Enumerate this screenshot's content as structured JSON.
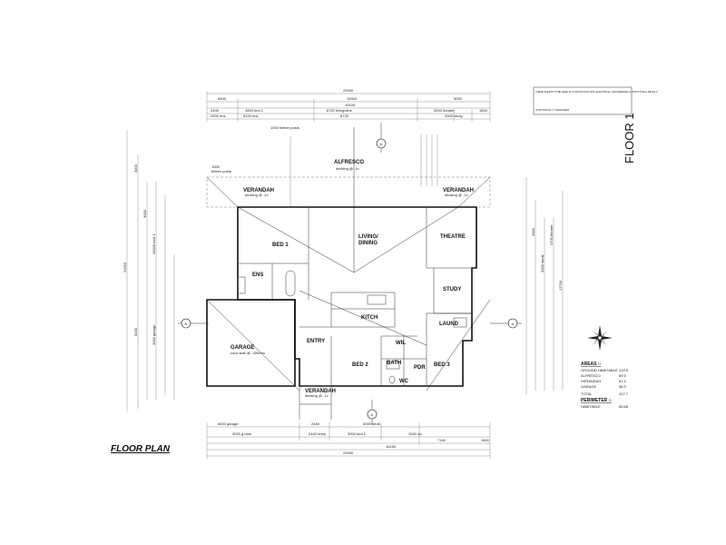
{
  "drawing": {
    "title": "FLOOR PLAN",
    "floor_label": "FLOOR 1",
    "copyright": "COPYRIGHT © DESIGNER",
    "notes": "THESE SHEETS TO BE READ IN CONJUNCTION WITH ELECTRICAL, ENGINEERING & STRUCTURAL DETAILS"
  },
  "rooms": {
    "alfresco": "ALFRESCO",
    "alfresco_sub": "decking @ -1c",
    "verandah_left": "VERANDAH",
    "verandah_left_sub": "decking @ -1c",
    "verandah_right": "VERANDAH",
    "verandah_right_sub": "decking @ -1c",
    "verandah_front": "VERANDAH",
    "verandah_front_sub": "decking @ -1c",
    "bed1": "BED 1",
    "ens": "ENS",
    "living": "LIVING/\nDINING",
    "theatre": "THEATRE",
    "study": "STUDY",
    "kitch": "KITCH",
    "laund": "LAUND",
    "garage": "GARAGE",
    "garage_sub": "conc slab @ -400mm",
    "entry": "ENTRY",
    "wil": "WIL",
    "bed2": "BED 2",
    "bath": "BATH",
    "pdr": "PDR",
    "wc": "WC",
    "bed3": "BED 3"
  },
  "section_markers": {
    "top": "A",
    "bottom": "A",
    "left": "A",
    "right": "A"
  },
  "dimensions": {
    "top_overall": "22090",
    "top_row2": [
      "6400",
      "10000",
      "5000"
    ],
    "top_row3": [
      "15100"
    ],
    "top_row4": [
      "2400",
      "4500 bed 1",
      "8720 living/dine",
      "3000 theatre",
      "1500"
    ],
    "top_row5": [
      "2000 ens",
      "5100 ens",
      "8720",
      "3000 study"
    ],
    "bottom_row1": [
      "6600 garage",
      "2440",
      "6000 beds"
    ],
    "bottom_row2": [
      "3000 g.door",
      "2440 entry",
      "3000 bed 2",
      "1940 wc"
    ],
    "bottom_row3": [
      "7140",
      "1500"
    ],
    "bottom_row4": [
      "15150"
    ],
    "bottom_overall": "22090",
    "left_overall": "21950",
    "right_overall": "17750",
    "timber_posts": "1000\ntimber posts"
  },
  "areas": {
    "heading": "AREAS :-",
    "rows": [
      {
        "label": "GROUND HABITABLE",
        "value": "216.5"
      },
      {
        "label": "ALFRESCO",
        "value": "69.5"
      },
      {
        "label": "VERANDAH",
        "value": "61.1"
      },
      {
        "label": "GARAGE",
        "value": "56.9"
      },
      {
        "label": "TOTAL",
        "value": "417.7"
      }
    ],
    "perimeter_heading": "PERIMETER :-",
    "perimeter_label": "HABITABLE",
    "perimeter_value": "66.68"
  },
  "compass": {
    "icon": "north-point-icon"
  }
}
